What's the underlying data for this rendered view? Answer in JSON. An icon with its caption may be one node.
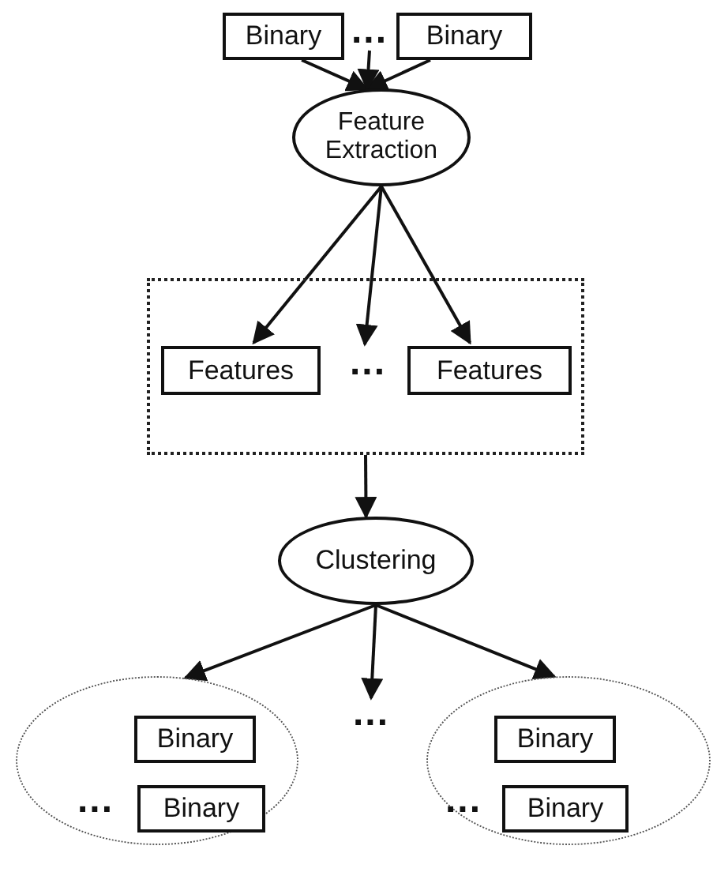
{
  "diagram": {
    "nodes": [
      {
        "text": [
          "Binary"
        ]
      },
      {
        "text": [
          "..."
        ]
      },
      {
        "text": [
          "Binary"
        ]
      },
      {
        "text": [
          "Feature Extraction"
        ]
      },
      {
        "text": [],
        "shape": "box"
      },
      {
        "text": [
          "Features"
        ],
        "in": 4
      },
      {
        "text": [
          "..."
        ],
        "in": 4
      },
      {
        "text": [
          "Features"
        ],
        "in": 4
      },
      {
        "text": [
          "Clustering"
        ]
      },
      {
        "text": [
          "..."
        ]
      },
      {
        "text": [],
        "shape": "ellipse"
      },
      {
        "text": [
          "Binary"
        ],
        "in": 10
      },
      {
        "text": [
          "Binary"
        ],
        "in": 10,
        "beside": [
          "..."
        ]
      },
      {
        "text": [],
        "shape": "ellipse"
      },
      {
        "text": [
          "Binary"
        ],
        "in": 13
      },
      {
        "text": [
          "Binary"
        ],
        "in": 13,
        "beside": [
          "..."
        ]
      }
    ],
    "edges": [
      {
        "from": 0,
        "to": 3,
        "arrow": "to"
      },
      {
        "from": 2,
        "to": 3,
        "arrow": "to"
      },
      {
        "from": 1,
        "to": 3,
        "arrow": "to"
      },
      {
        "from": 3,
        "to": 5,
        "arrow": "to"
      },
      {
        "from": 3,
        "to": 6,
        "arrow": "to"
      },
      {
        "from": 3,
        "to": 7,
        "arrow": "to"
      },
      {
        "from": 4,
        "to": 8,
        "arrow": "to"
      },
      {
        "from": 8,
        "to": 10,
        "arrow": "to"
      },
      {
        "from": 8,
        "to": 9,
        "arrow": "to"
      },
      {
        "from": 8,
        "to": 13,
        "arrow": "to"
      }
    ]
  }
}
